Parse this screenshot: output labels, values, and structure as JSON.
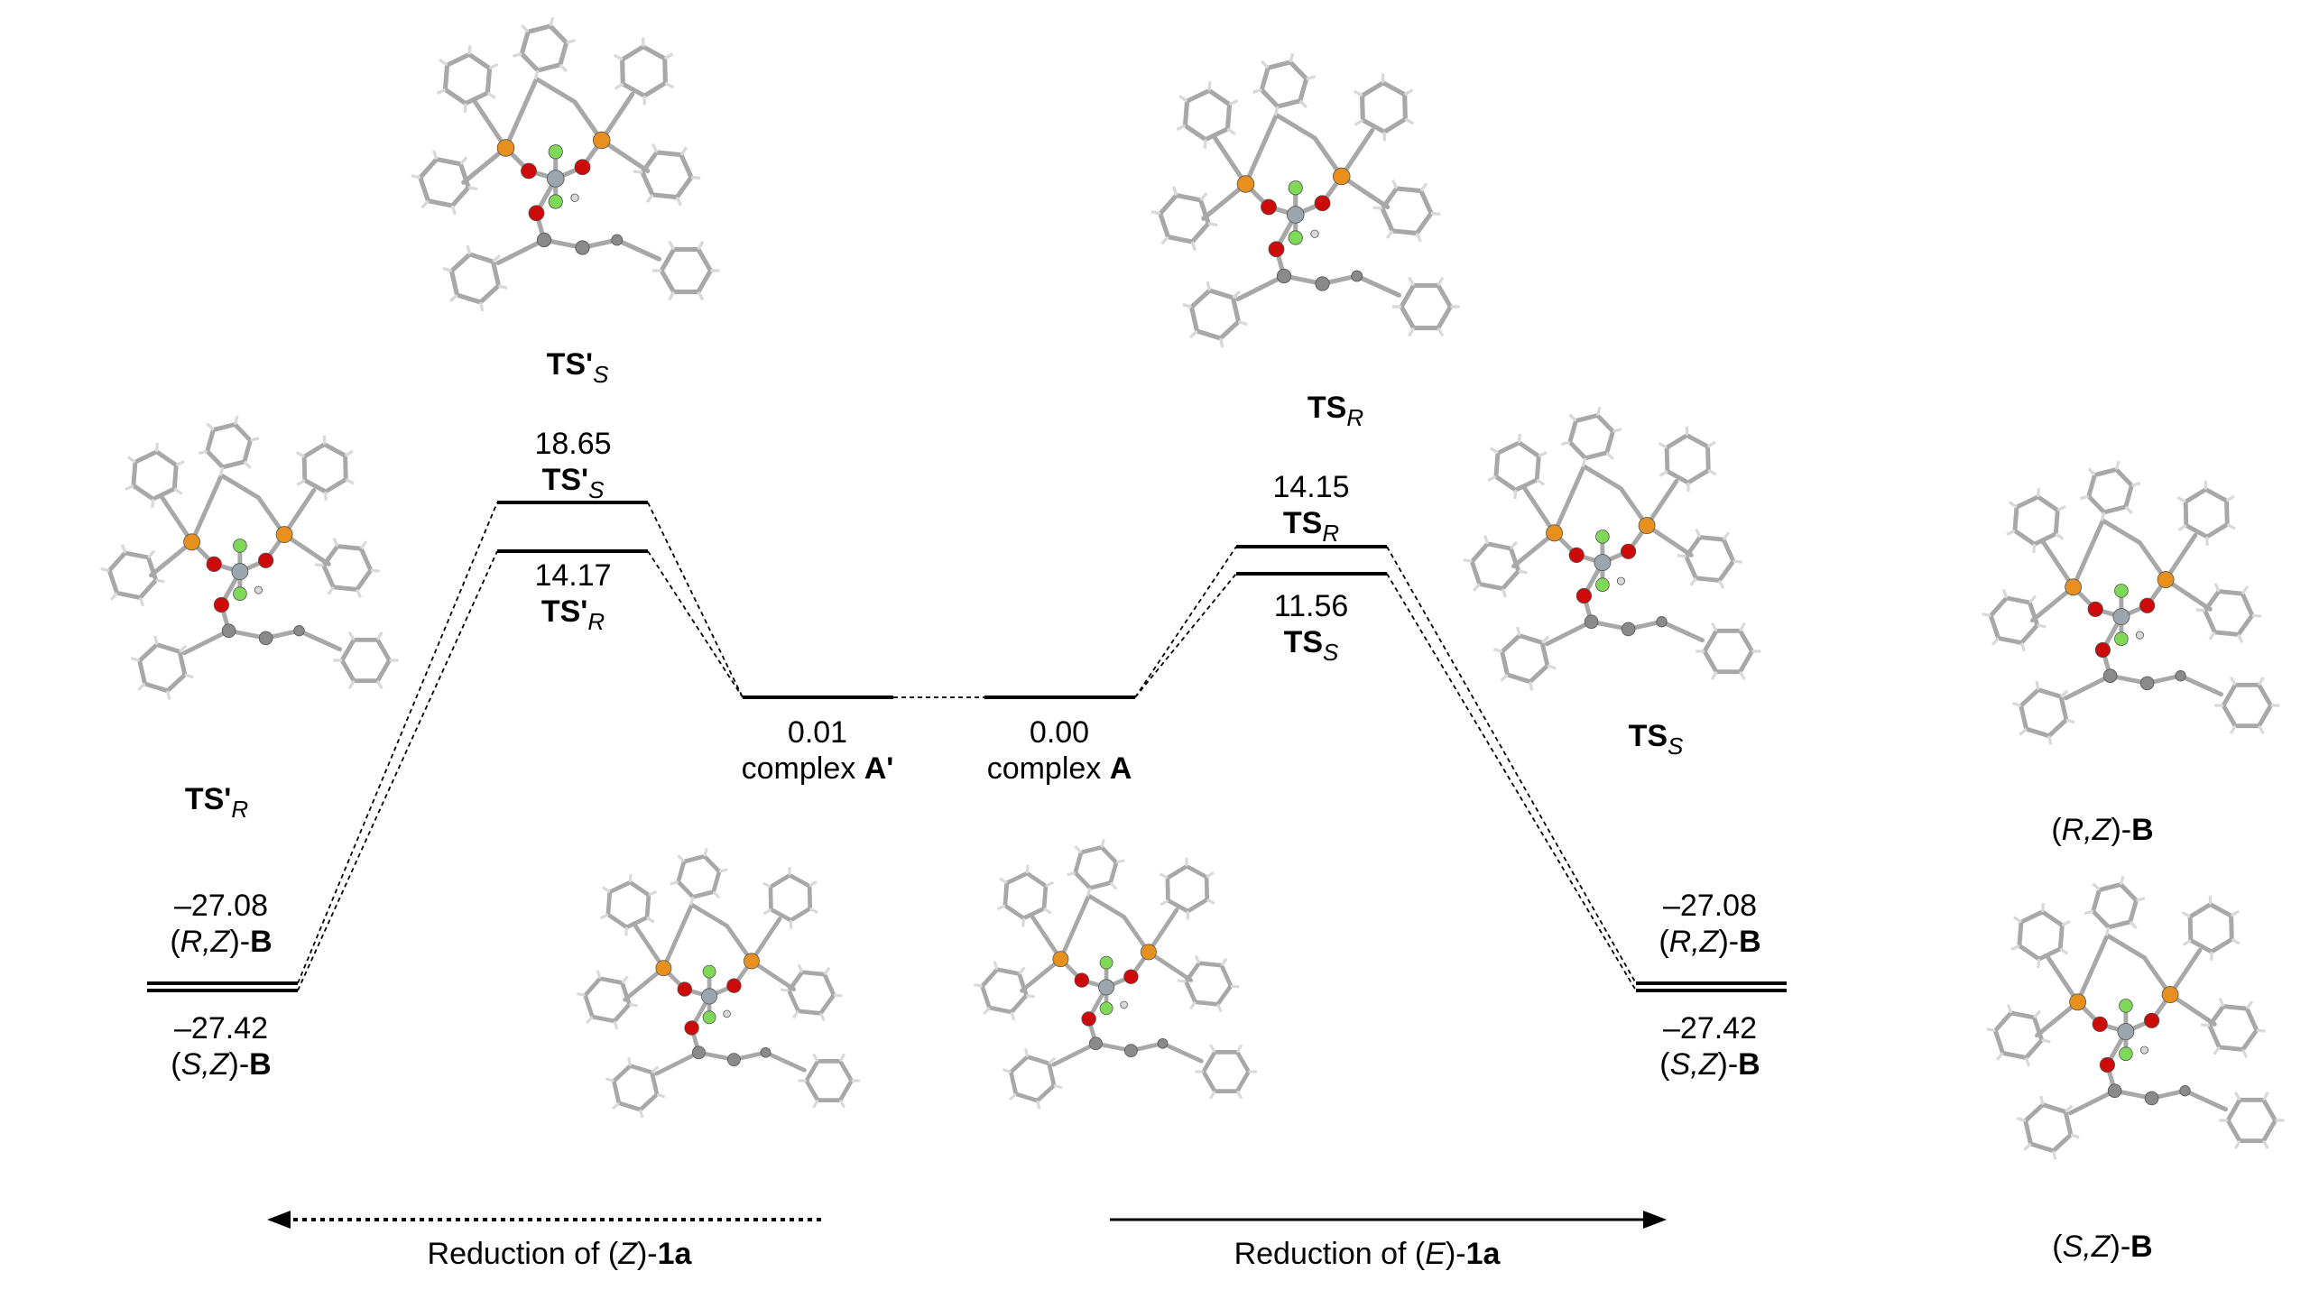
{
  "states": {
    "tsp_s": {
      "energy": "18.65",
      "name": "TS'",
      "sub": "S"
    },
    "tsp_r": {
      "energy": "14.17",
      "name": "TS'",
      "sub": "R"
    },
    "a_prime": {
      "energy": "0.01",
      "prefix": "complex ",
      "name": "A'"
    },
    "a": {
      "energy": "0.00",
      "prefix": "complex ",
      "name": "A"
    },
    "ts_r": {
      "energy": "14.15",
      "name": "TS",
      "sub": "R"
    },
    "ts_s": {
      "energy": "11.56",
      "name": "TS",
      "sub": "S"
    },
    "b_left_rz": {
      "energy": "–27.08",
      "config": "R,Z",
      "name": "B"
    },
    "b_left_sz": {
      "energy": "–27.42",
      "config": "S,Z",
      "name": "B"
    },
    "b_right_rz": {
      "energy": "–27.08",
      "config": "R,Z",
      "name": "B"
    },
    "b_right_sz": {
      "energy": "–27.42",
      "config": "S,Z",
      "name": "B"
    }
  },
  "structure_labels": {
    "tsp_s": {
      "name": "TS'",
      "sub": "S"
    },
    "tsp_r": {
      "name": "TS'",
      "sub": "R"
    },
    "ts_r": {
      "name": "TS",
      "sub": "R"
    },
    "ts_s": {
      "name": "TS",
      "sub": "S"
    },
    "rz_b": {
      "config": "R,Z",
      "name": "B"
    },
    "sz_b": {
      "config": "S,Z",
      "name": "B"
    }
  },
  "arrows": {
    "left": {
      "text": "Reduction of (",
      "config": "Z",
      "middle": ")-",
      "compound": "1a"
    },
    "right": {
      "text": "Reduction of (",
      "config": "E",
      "middle": ")-",
      "compound": "1a"
    }
  },
  "colors": {
    "phosphorus": "#e8901e",
    "oxygen": "#cc0a0a",
    "fluorine": "#7ed957",
    "central_atom": "#9aa5ad",
    "carbon": "#8a8a8a",
    "bond": "#a8a8a8",
    "hydrogen": "#d9d9d9"
  }
}
